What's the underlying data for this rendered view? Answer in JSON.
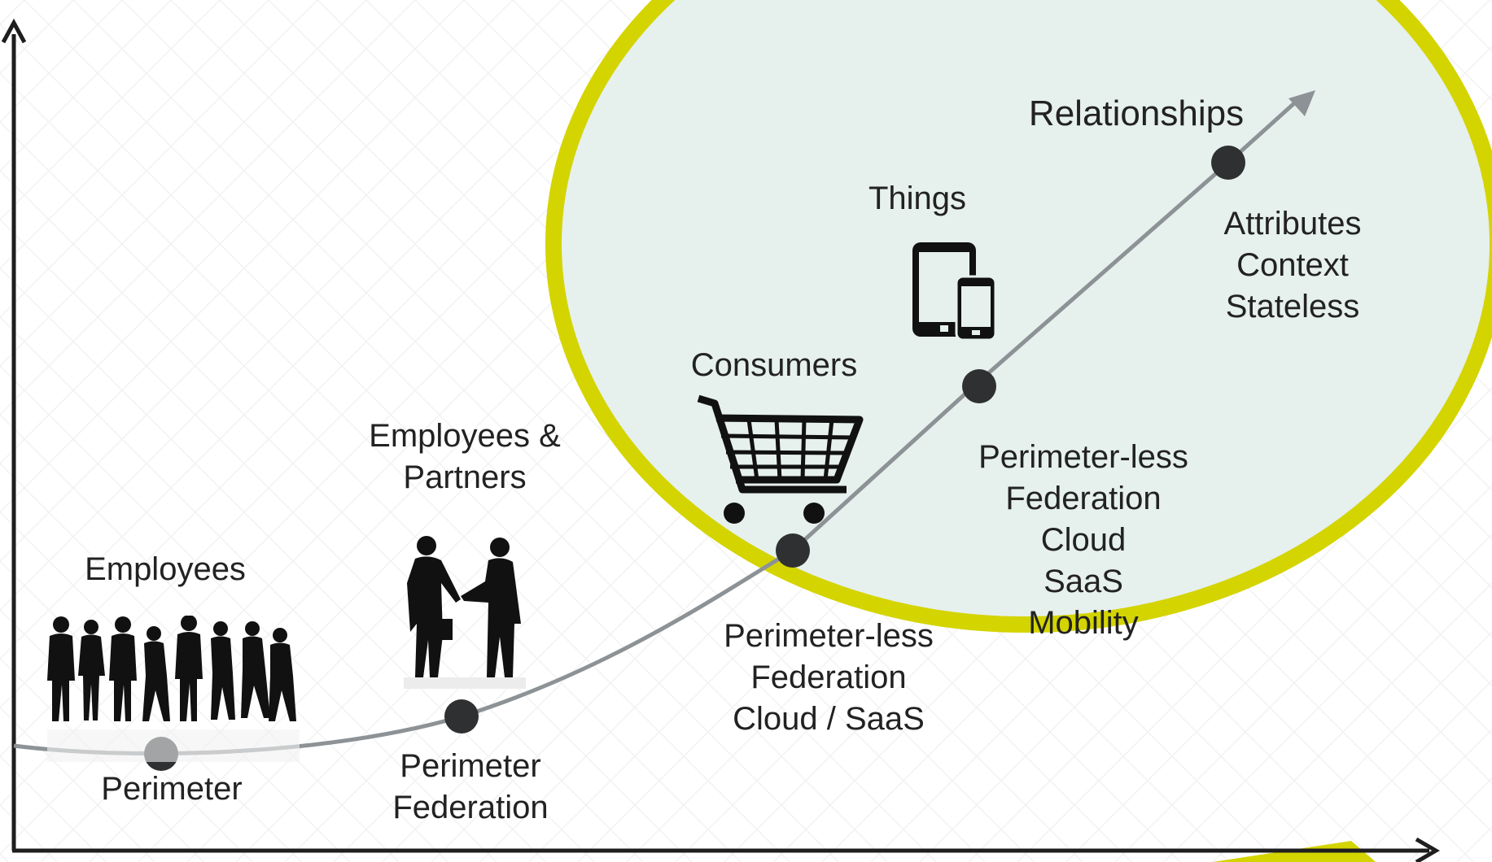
{
  "colors": {
    "ellipse_fill": "#e6f0ed",
    "ellipse_stroke": "#d4d400",
    "curve": "#8c9295",
    "axis": "#1e1e1e",
    "node": "#2e3032",
    "text": "#222222"
  },
  "stages": [
    {
      "audience": "Employees",
      "icon": "business-people-silhouettes-icon",
      "capabilities": [
        "Perimeter"
      ]
    },
    {
      "audience_lines": [
        "Employees &",
        "Partners"
      ],
      "icon": "handshake-icon",
      "capabilities": [
        "Perimeter",
        "Federation"
      ]
    },
    {
      "audience": "Consumers",
      "icon": "shopping-cart-icon",
      "capabilities": [
        "Perimeter-less",
        "Federation",
        "Cloud / SaaS"
      ]
    },
    {
      "audience": "Things",
      "icon": "tablet-and-phone-icon",
      "capabilities": [
        "Perimeter-less",
        "Federation",
        "Cloud",
        "SaaS",
        "Mobility"
      ]
    },
    {
      "audience": "Relationships",
      "capabilities": [
        "Attributes",
        "Context",
        "Stateless"
      ]
    }
  ],
  "icons": [
    "y-axis-arrow-icon",
    "x-axis-arrow-icon",
    "trend-arrow-icon"
  ]
}
